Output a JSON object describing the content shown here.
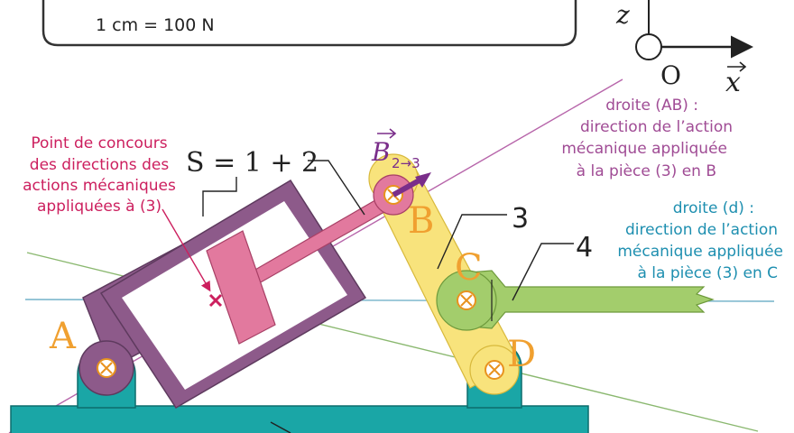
{
  "scale_box": {
    "scale_text": "1 cm = 100 N"
  },
  "axes": {
    "z": "z",
    "x": "x",
    "origin": "O"
  },
  "labels": {
    "system": "S = 1 + 2",
    "part3": "3",
    "part4": "4",
    "vector_symbol": "B",
    "vector_sub": "2→3",
    "point_a": "A",
    "point_b": "B",
    "point_c": "C",
    "point_d": "D"
  },
  "annotations": {
    "concours": [
      "Point de concours",
      "des directions des",
      "actions mécaniques",
      "appliquées à (3)"
    ],
    "droite_ab": [
      "droite (AB) :",
      "direction de l’action",
      "mécanique appliquée",
      "à la pièce (3) en B"
    ],
    "droite_d": [
      "droite (d) :",
      "direction de l’action",
      "mécanique appliquée",
      "à la pièce (3) en C"
    ]
  },
  "colors": {
    "orange": "#f0a030",
    "magenta": "#cc1f5e",
    "cylinder": "#8d5a8a",
    "piston": "#e2799e",
    "part3": "#f8e37c",
    "part4": "#a3cd6c",
    "base": "#1aa6a6",
    "line_ab": "#b765aa",
    "line_green": "#8ab86f",
    "line_blue": "#73b2c9",
    "annotation": "#a04c95"
  }
}
